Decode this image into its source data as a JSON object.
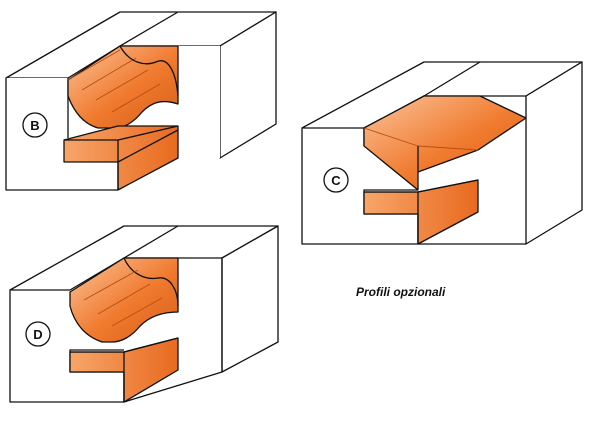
{
  "caption": "Profili opzionali",
  "blocks": [
    {
      "id": "B",
      "label": "B"
    },
    {
      "id": "C",
      "label": "C"
    },
    {
      "id": "D",
      "label": "D"
    }
  ],
  "colors": {
    "profile": "#f07a2e",
    "profile_light": "#fbc49b",
    "profile_dark": "#d35f18",
    "outline": "#111111",
    "block": "#ffffff"
  }
}
